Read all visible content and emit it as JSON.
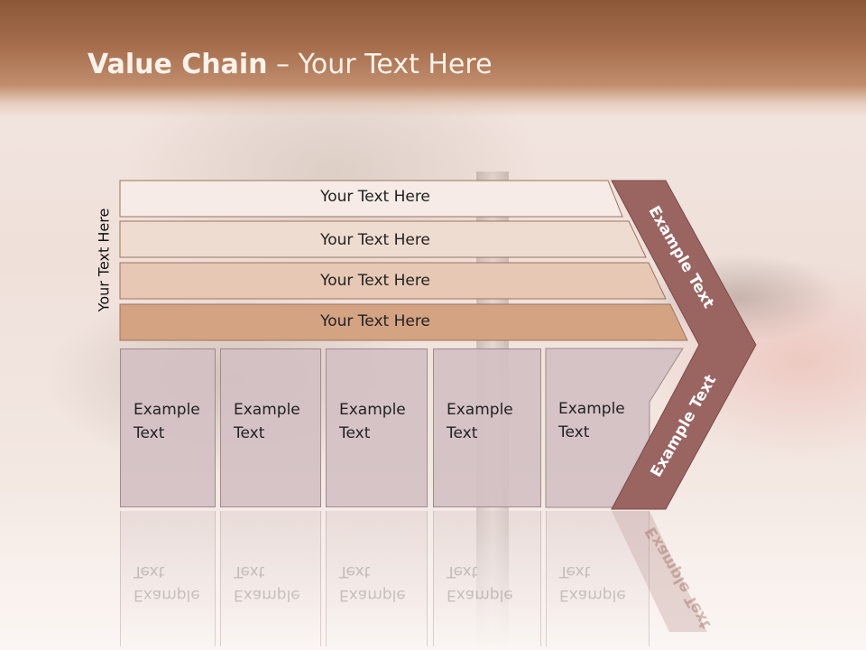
{
  "title": {
    "bold": "Value Chain",
    "rest": " – Your Text Here"
  },
  "side_label": "Your Text Here",
  "rows": [
    {
      "label": "Your Text Here",
      "fill": "#f6ebe6"
    },
    {
      "label": "Your Text Here",
      "fill": "#efdcd0"
    },
    {
      "label": "Your Text Here",
      "fill": "#e6c8b4"
    },
    {
      "label": "Your Text Here",
      "fill": "#d4a382"
    }
  ],
  "boxes": [
    {
      "line1": "Example",
      "line2": "Text"
    },
    {
      "line1": "Example",
      "line2": "Text"
    },
    {
      "line1": "Example",
      "line2": "Text"
    },
    {
      "line1": "Example",
      "line2": "Text"
    },
    {
      "line1": "Example",
      "line2": "Text"
    }
  ],
  "chevron": {
    "upper_label": "Example Text",
    "lower_label": "Example Text",
    "color": "#9a6460"
  },
  "colors": {
    "header": "#a66e4d",
    "row_border": "#a0735d",
    "box_fill": "#d3c0c3"
  }
}
